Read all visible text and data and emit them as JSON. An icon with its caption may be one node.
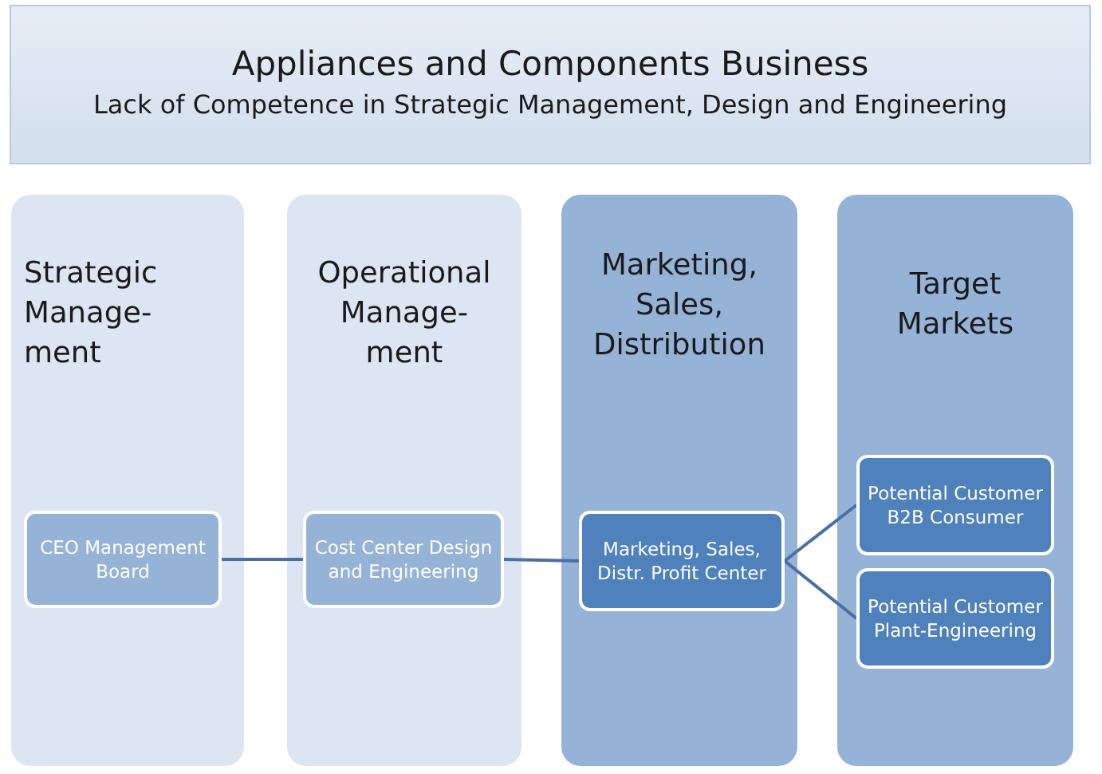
{
  "diagram": {
    "nodes": [
      {
        "text": [
          "Appliances and Components Business",
          "Lack of Competence in Strategic Management, Design and Engineering"
        ]
      },
      {
        "text": [
          "Strategic Manage- ment"
        ]
      },
      {
        "text": [
          "CEO Management Board"
        ],
        "in": 1
      },
      {
        "text": [
          "Operational Manage- ment"
        ]
      },
      {
        "text": [
          "Cost Center Design and Engineering"
        ],
        "in": 3
      },
      {
        "text": [
          "Marketing, Sales, Distribution"
        ]
      },
      {
        "text": [
          "Marketing, Sales, Distr. Profit Center"
        ],
        "in": 5
      },
      {
        "text": [
          "Target Markets"
        ]
      },
      {
        "text": [
          "Potential Customer B2B Consumer"
        ],
        "in": 7
      },
      {
        "text": [
          "Potential Customer Plant-Engineering"
        ],
        "in": 7
      }
    ],
    "edges": [
      {
        "from": 2,
        "to": 4,
        "arrow": "none"
      },
      {
        "from": 4,
        "to": 6,
        "arrow": "none"
      },
      {
        "from": 6,
        "to": 8,
        "arrow": "none"
      },
      {
        "from": 6,
        "to": 9,
        "arrow": "none"
      }
    ]
  }
}
